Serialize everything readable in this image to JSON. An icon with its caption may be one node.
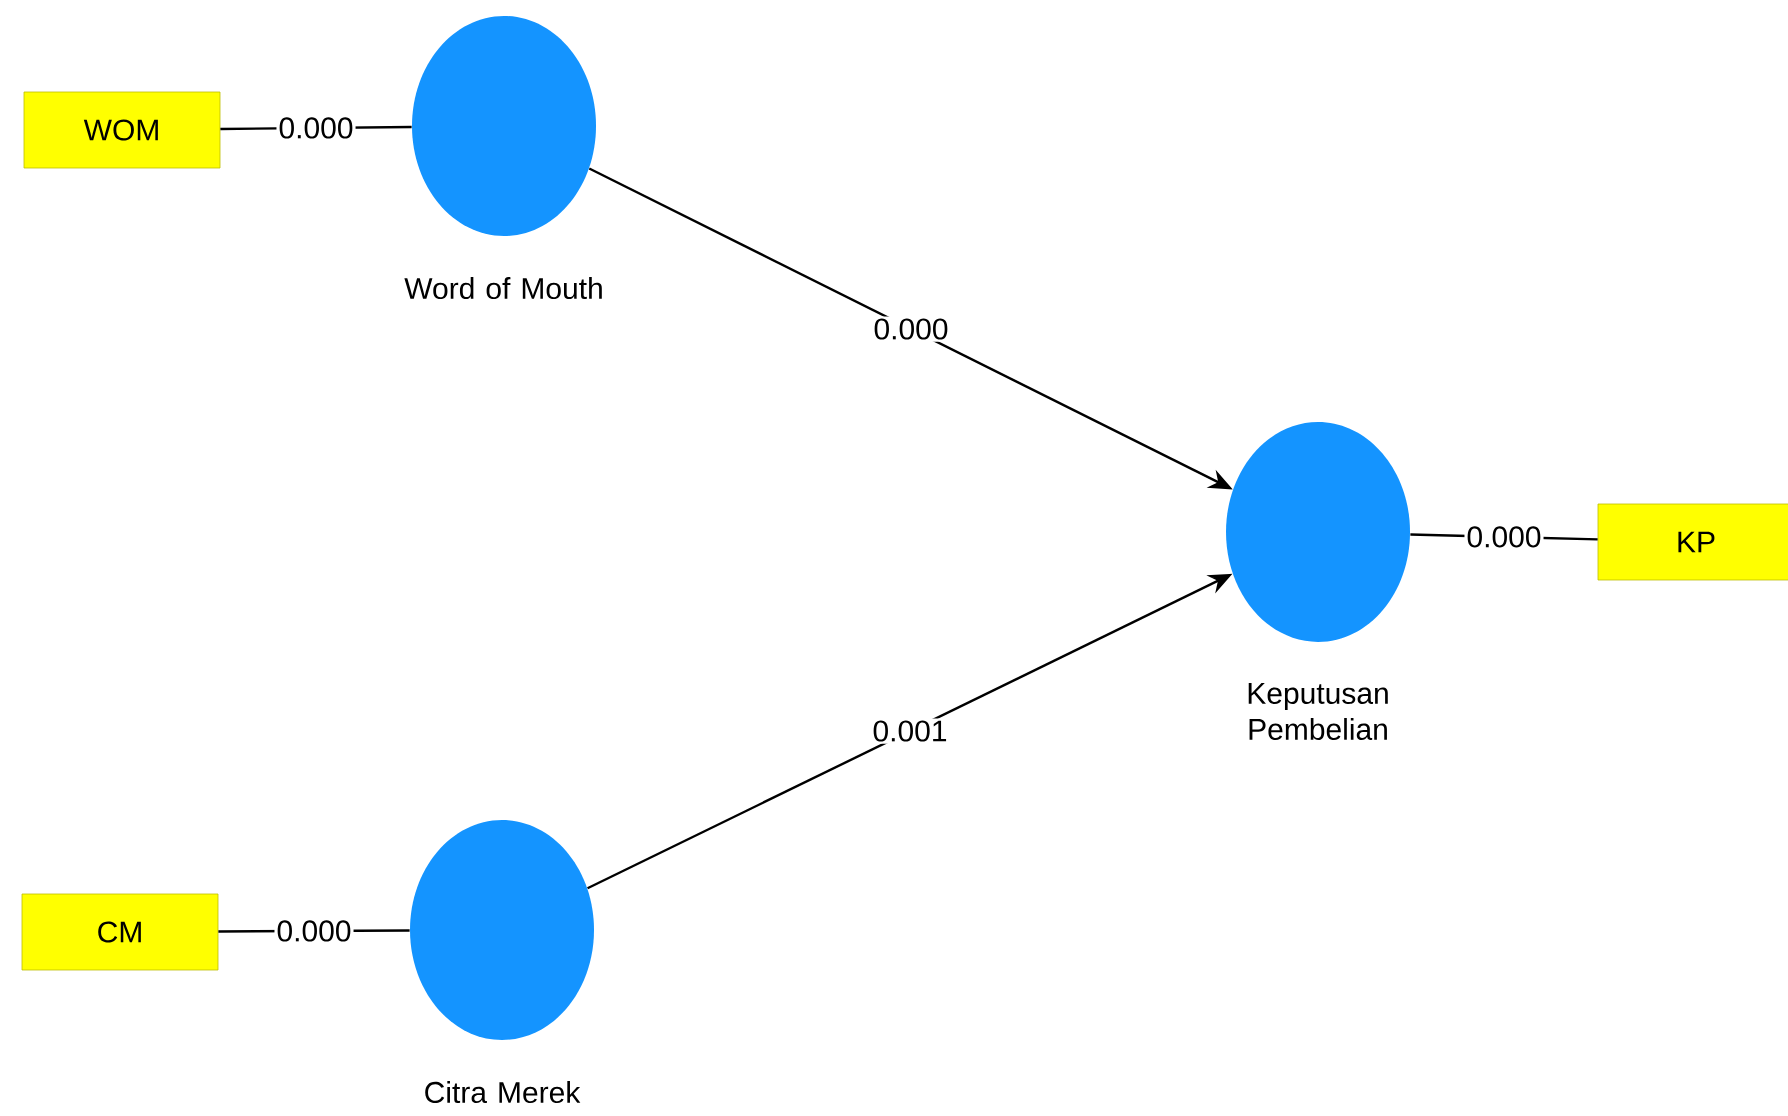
{
  "diagram": {
    "nodes": [
      {
        "text": [
          "WOM"
        ]
      },
      {
        "text": [
          "Word of Mouth"
        ]
      },
      {
        "text": [
          "CM"
        ]
      },
      {
        "text": [
          "Citra Merek"
        ]
      },
      {
        "text": [
          "Keputusan Pembelian"
        ]
      },
      {
        "text": [
          "KP"
        ]
      }
    ],
    "edges": [
      {
        "from": 0,
        "to": 1,
        "arrow": "none",
        "label": "0.000"
      },
      {
        "from": 1,
        "to": 4,
        "arrow": "to",
        "label": "0.000"
      },
      {
        "from": 2,
        "to": 3,
        "arrow": "none",
        "label": "0.000"
      },
      {
        "from": 3,
        "to": 4,
        "arrow": "to",
        "label": "0.001"
      },
      {
        "from": 4,
        "to": 5,
        "arrow": "none",
        "label": "0.000"
      }
    ]
  }
}
